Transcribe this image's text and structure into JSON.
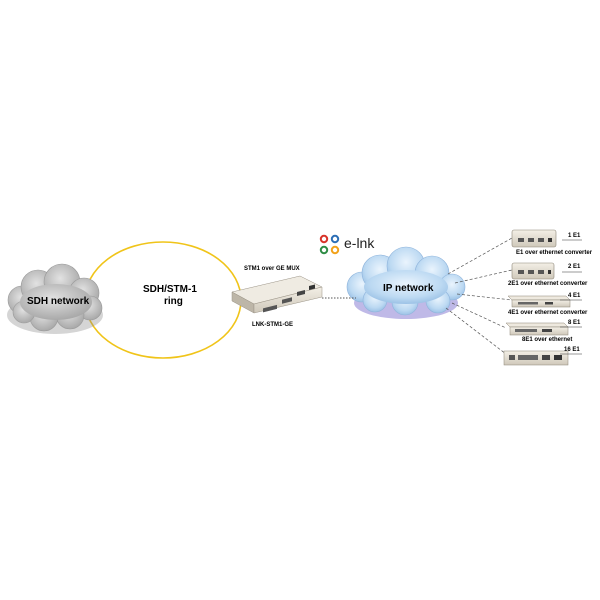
{
  "brand": {
    "name": "e-lnk",
    "logo_colors": [
      "#d8342a",
      "#2d6fb6",
      "#2f8d46",
      "#f2a21b"
    ]
  },
  "clouds": {
    "sdh": "SDH network",
    "ip": "IP network"
  },
  "ring": {
    "line1": "SDH/STM-1",
    "line2": "ring",
    "color": "#f0c419"
  },
  "mux": {
    "title": "STM1 over GE MUX",
    "model": "LNK-STM1-GE"
  },
  "devices": [
    {
      "count": "1 E1",
      "desc": "E1 over ethernet converter"
    },
    {
      "count": "2 E1",
      "desc": "2E1 over ethernet converter"
    },
    {
      "count": "4 E1",
      "desc": "4E1 over ethernet converter"
    },
    {
      "count": "8 E1",
      "desc": "8E1 over ethernet"
    },
    {
      "count": "16 E1",
      "desc": ""
    }
  ],
  "colors": {
    "cloud_gray": "#c9c9c9",
    "cloud_blue": "#cfe4f6",
    "ring": "#f0c419"
  }
}
